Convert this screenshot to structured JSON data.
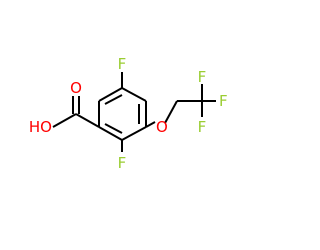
{
  "molecule": {
    "atoms": {
      "f_top": {
        "label": "F"
      },
      "f_bottom": {
        "label": "F"
      },
      "oxygen_ether": {
        "label": "O"
      },
      "f_cf3_1": {
        "label": "F"
      },
      "f_cf3_2": {
        "label": "F"
      },
      "f_cf3_3": {
        "label": "F"
      },
      "oxygen_carbonyl": {
        "label": "O"
      },
      "hydroxyl": {
        "label": "HO"
      }
    },
    "colors": {
      "fluorine": "#9acd32",
      "oxygen": "#ff0000",
      "bond": "#000000"
    }
  }
}
